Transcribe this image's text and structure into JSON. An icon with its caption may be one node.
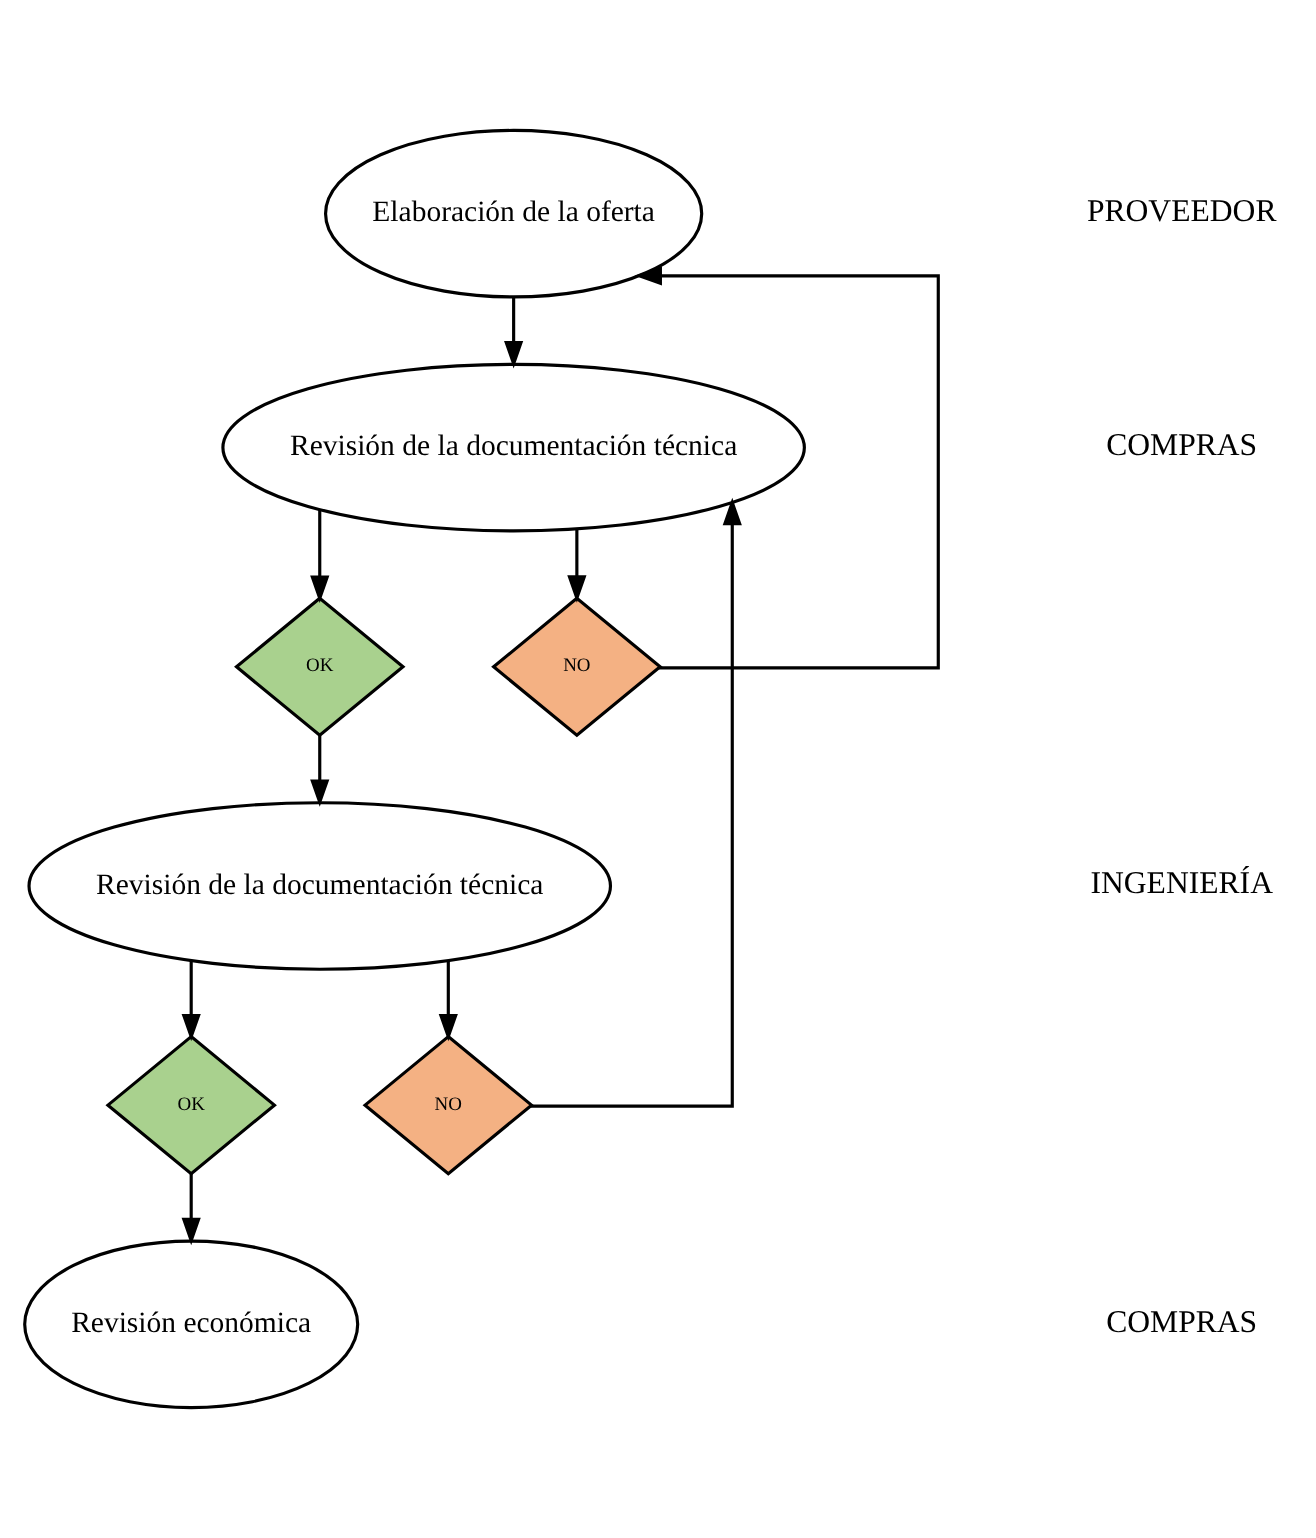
{
  "diagram": {
    "nodes": [
      {
        "text": [
          "Elaboración de la oferta"
        ]
      },
      {
        "text": [
          "Revisión de la documentación técnica"
        ]
      },
      {
        "text": [
          "OK"
        ]
      },
      {
        "text": [
          "NO"
        ]
      },
      {
        "text": [
          "Revisión de la documentación técnica"
        ]
      },
      {
        "text": [
          "OK"
        ]
      },
      {
        "text": [
          "NO"
        ]
      },
      {
        "text": [
          "Revisión económica"
        ]
      }
    ],
    "edges": [
      {
        "from": 0,
        "to": 1,
        "arrow": "to"
      },
      {
        "from": 1,
        "to": 2,
        "arrow": "to"
      },
      {
        "from": 1,
        "to": 3,
        "arrow": "to"
      },
      {
        "from": 3,
        "to": 0,
        "arrow": "to"
      },
      {
        "from": 2,
        "to": 4,
        "arrow": "to"
      },
      {
        "from": 4,
        "to": 5,
        "arrow": "to"
      },
      {
        "from": 4,
        "to": 6,
        "arrow": "to"
      },
      {
        "from": 5,
        "to": 7,
        "arrow": "to"
      },
      {
        "from": 6,
        "to": 1,
        "arrow": "to"
      }
    ],
    "labels": [
      "PROVEEDOR",
      "COMPRAS",
      "INGENIERÍA",
      "COMPRAS"
    ]
  }
}
